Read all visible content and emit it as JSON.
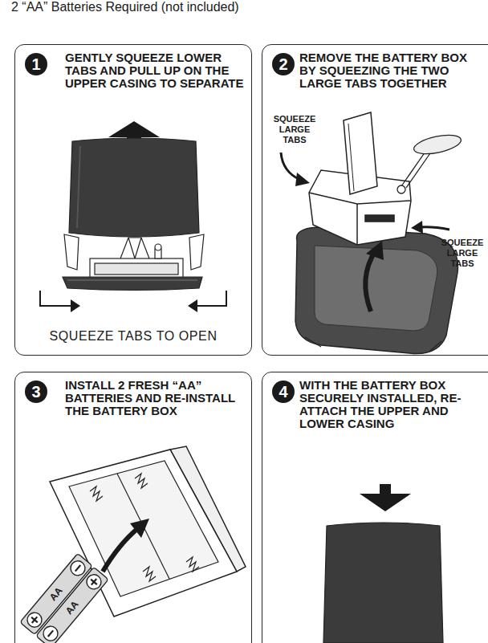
{
  "diagram": {
    "title": "2 “AA” Batteries Required (not included)",
    "nodes": [
      {
        "text": [
          "GENTLY SQUEEZE LOWER TABS AND PULL UP ON THE UPPER CASING TO SEPARATE"
        ]
      },
      {
        "text": [
          "1"
        ],
        "in": 0
      },
      {
        "text": [
          "REMOVE THE BATTERY BOX BY SQUEEZING THE TWO LARGE TABS TOGETHER"
        ]
      },
      {
        "text": [
          "2"
        ],
        "in": 2
      },
      {
        "text": [
          "INSTALL 2 FRESH “AA” BATTERIES AND RE-INSTALL THE BATTERY BOX"
        ]
      },
      {
        "text": [
          "3"
        ],
        "in": 4
      },
      {
        "text": [
          "WITH THE BATTERY BOX SECURELY INSTALLED, RE-ATTACH THE UPPER AND LOWER CASING"
        ]
      },
      {
        "text": [
          "4"
        ],
        "in": 6
      }
    ],
    "labels": [
      "SQUEEZE TABS TO OPEN",
      "SQUEEZE LARGE TABS",
      "SQUEEZE LARGE TABS",
      "AA",
      "AA"
    ]
  }
}
